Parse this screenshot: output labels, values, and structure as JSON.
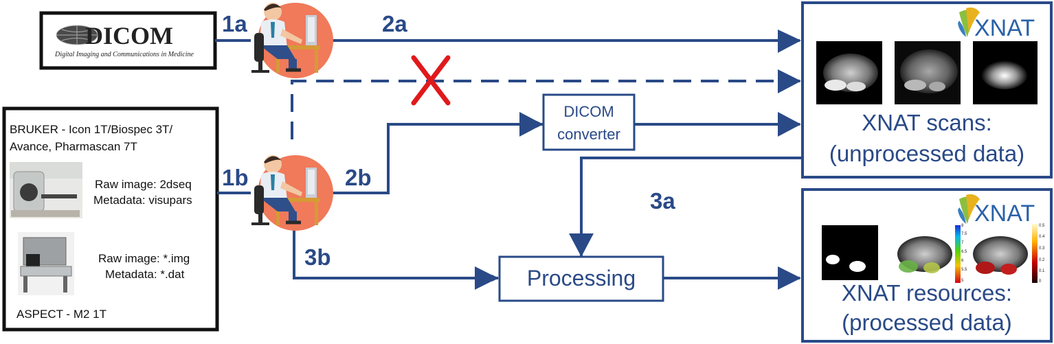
{
  "colors": {
    "flow": "#2a4a87",
    "cross": "#e0191b",
    "user_circle": "#f07a5a",
    "frame": "#111111"
  },
  "dicom": {
    "logo_text": "DICOM",
    "subtitle": "Digital Imaging and Communications in Medicine"
  },
  "scanners": {
    "bruker_title_line1": "BRUKER - Icon 1T/Biospec 3T/",
    "bruker_title_line2": "Avance, Pharmascan 7T",
    "bruker_raw": "Raw image: 2dseq",
    "bruker_meta": "Metadata: visupars",
    "aspect_raw": "Raw image: *.img",
    "aspect_meta": "Metadata: *.dat",
    "aspect_title": "ASPECT - M2 1T"
  },
  "steps": {
    "s1a": "1a",
    "s1b": "1b",
    "s2a": "2a",
    "s2b": "2b",
    "s3a": "3a",
    "s3b": "3b"
  },
  "converter": {
    "line1": "DICOM",
    "line2": "converter"
  },
  "processing": {
    "label": "Processing"
  },
  "xnat_scans": {
    "logo": "XNAT",
    "line1": "XNAT scans:",
    "line2": "(unprocessed data)"
  },
  "xnat_resources": {
    "logo": "XNAT",
    "line1": "XNAT resources:",
    "line2": "(processed data)",
    "colorbar1_ticks": [
      "8",
      "7.5",
      "7",
      "6.5",
      "6",
      "5.5",
      "5"
    ],
    "colorbar2_ticks": [
      "0.5",
      "0.4",
      "0.3",
      "0.2",
      "0.1",
      "0"
    ]
  },
  "icons": {
    "user": "user-at-computer-icon",
    "cross": "blocked-cross-icon",
    "logo": "xnat-logo-icon"
  }
}
